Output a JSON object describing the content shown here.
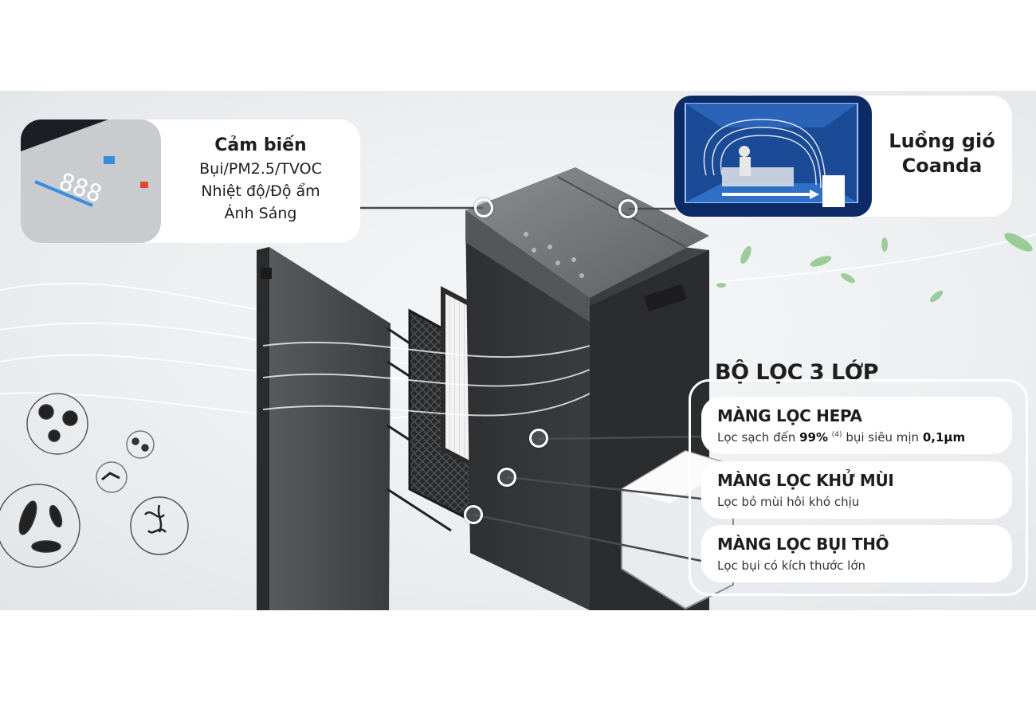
{
  "sensor": {
    "title": "Cảm biến",
    "lines": [
      "Bụi/PM2.5/TVOC",
      "Nhiệt độ/Độ ẩm",
      "Ánh Sáng"
    ],
    "thumb_icon": "control-panel-display"
  },
  "airflow": {
    "title_line1": "Luồng gió",
    "title_line2": "Coanda",
    "thumb_icon": "coanda-room-airflow"
  },
  "filters": {
    "heading": "BỘ LỌC 3 LỚP",
    "items": [
      {
        "name": "MÀNG LỌC HEPA",
        "desc_prefix": "Lọc sạch đến ",
        "desc_bold1": "99%",
        "desc_sup": "(4)",
        "desc_middle": " bụi siêu mịn ",
        "desc_bold2": "0,1µm"
      },
      {
        "name": "MÀNG LỌC KHỬ MÙI",
        "desc": "Lọc bỏ mùi hôi khó chịu"
      },
      {
        "name": "MÀNG LỌC BỤI THÔ",
        "desc": "Lọc bụi có kích thước lớn"
      }
    ]
  },
  "product": {
    "icon": "air-purifier-exploded-view",
    "particles_icon": "bacteria-dust-particles",
    "leaves_icon": "green-leaves"
  },
  "colors": {
    "background": "#eceef0",
    "card": "#ffffff",
    "text": "#1e1e1e",
    "device_body": "#3a3b3d",
    "coanda_blue": "#0b2a66",
    "leaf_green": "#8cc78a"
  }
}
